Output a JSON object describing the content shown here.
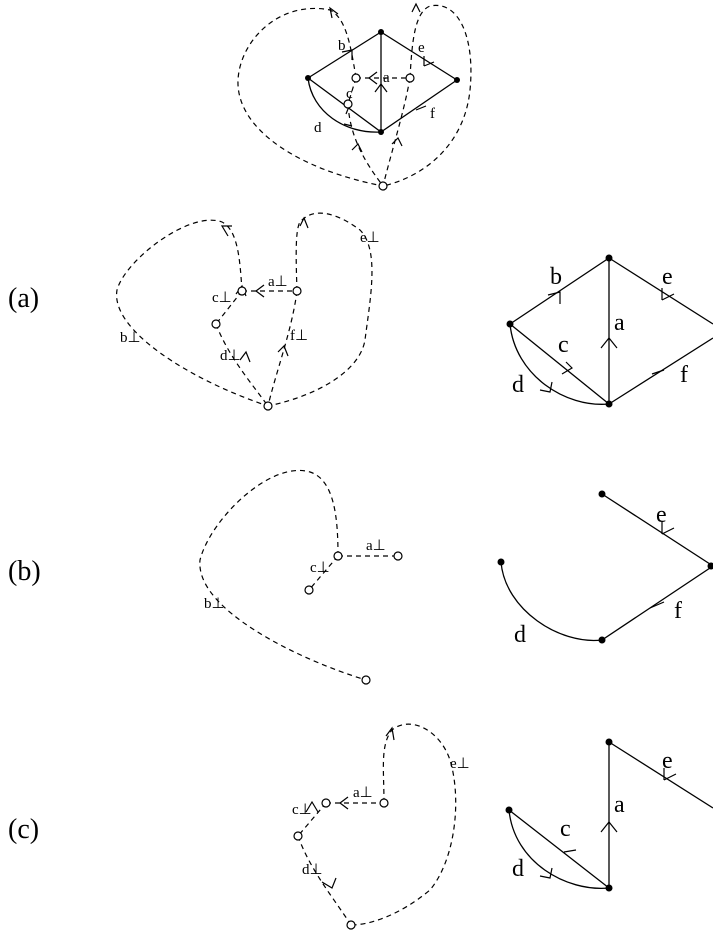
{
  "panels": {
    "top": {
      "edges": {
        "a": "a",
        "b": "b",
        "c": "c",
        "d": "d",
        "e": "e",
        "f": "f"
      }
    },
    "a": {
      "label": "(a)",
      "dual": {
        "a": "a⊥",
        "b": "b⊥",
        "c": "c⊥",
        "d": "d⊥",
        "e": "e⊥",
        "f": "f⊥"
      },
      "primal": {
        "a": "a",
        "b": "b",
        "c": "c",
        "d": "d",
        "e": "e",
        "f": "f"
      }
    },
    "b": {
      "label": "(b)",
      "dual": {
        "a": "a⊥",
        "b": "b⊥",
        "c": "c⊥"
      },
      "primal": {
        "d": "d",
        "e": "e",
        "f": "f"
      }
    },
    "c": {
      "label": "(c)",
      "dual": {
        "a": "a⊥",
        "c": "c⊥",
        "d": "d⊥",
        "e": "e⊥"
      },
      "primal": {
        "a": "a",
        "c": "c",
        "d": "d",
        "e": "e"
      }
    }
  }
}
